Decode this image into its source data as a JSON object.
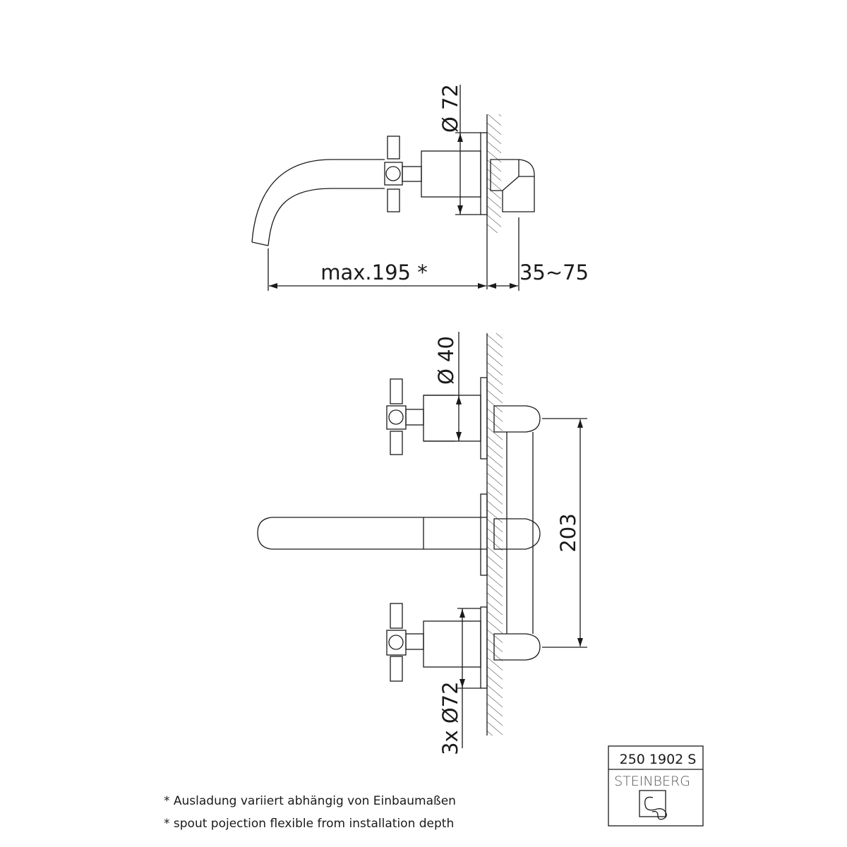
{
  "top_view": {
    "diameter_label": "Ø 72",
    "projection_label": "max.195 *",
    "depth_label": "35~75"
  },
  "front_view": {
    "handle_diameter_label": "Ø 40",
    "spacing_label": "203",
    "rosette_label": "3x Ø72"
  },
  "footnotes": [
    "* Ausladung variiert abhängig von Einbaumaßen",
    "* spout pojection flexible from installation depth"
  ],
  "title_block": {
    "article_number": "250 1902 S",
    "brand": "STEINBERG"
  }
}
